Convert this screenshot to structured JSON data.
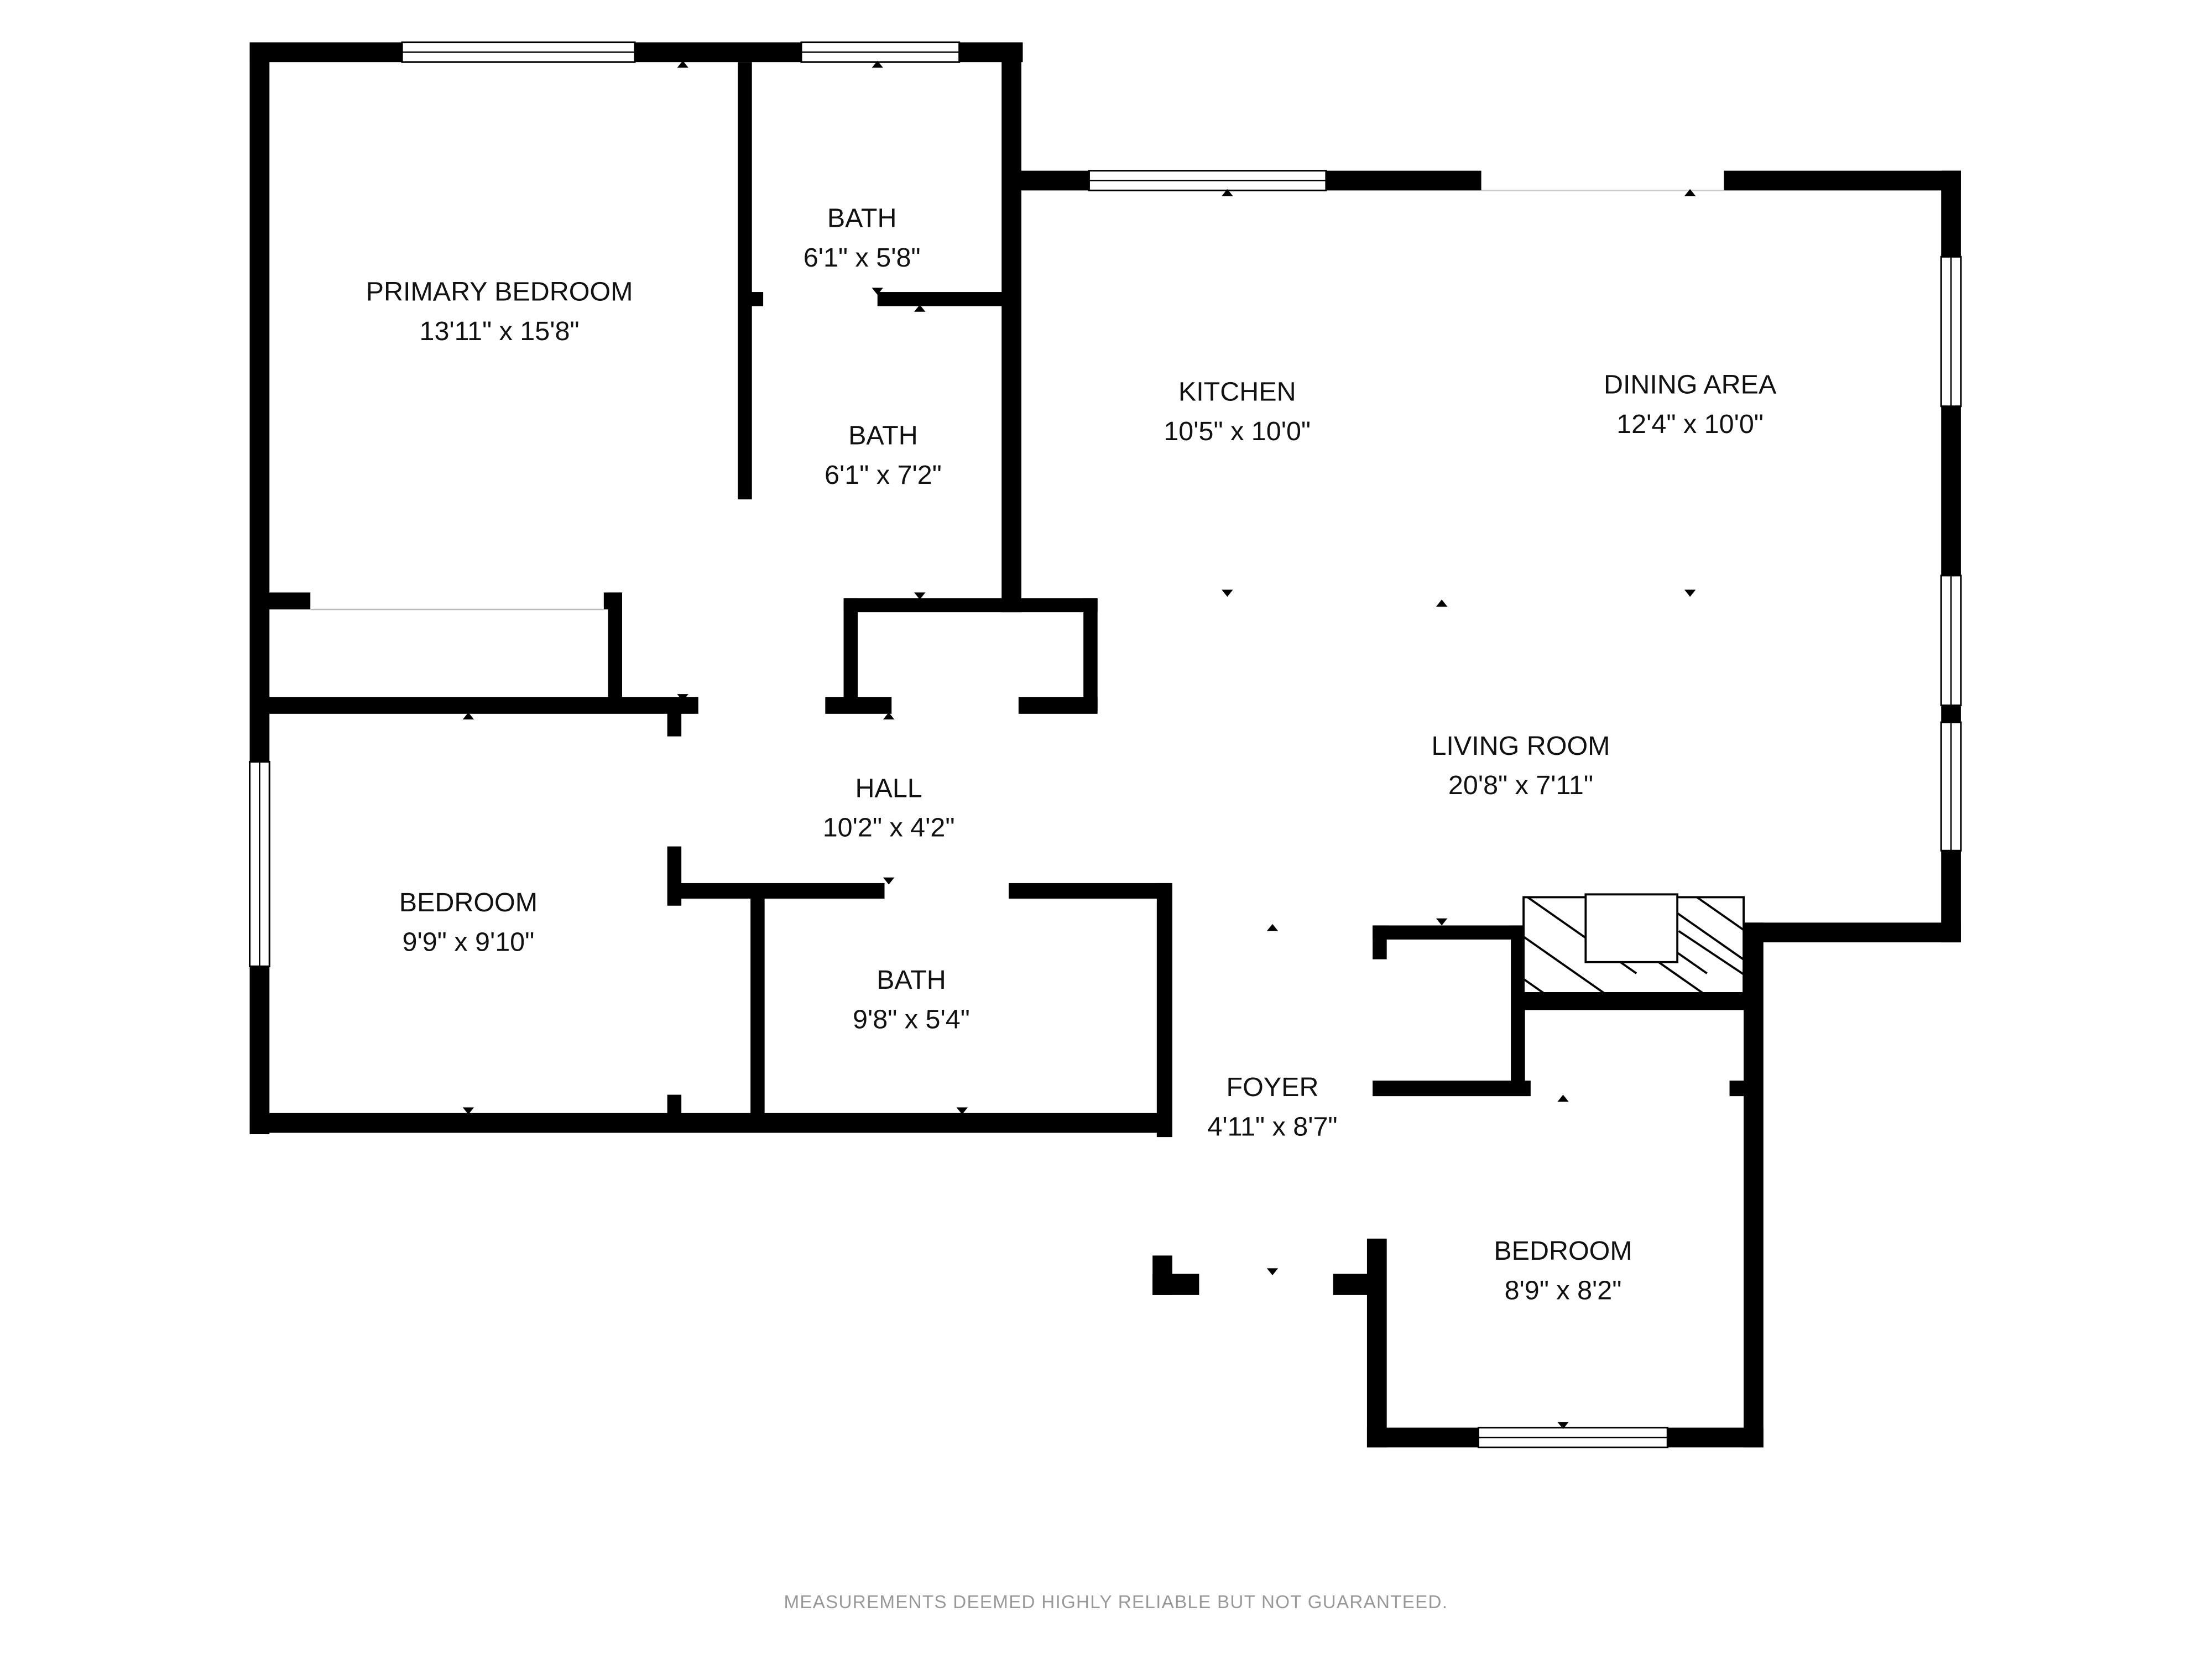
{
  "rooms": [
    {
      "name": "PRIMARY BEDROOM",
      "size": "13'11\" x 15'8\""
    },
    {
      "name": "BATH",
      "size": "6'1\" x 5'8\""
    },
    {
      "name": "BATH",
      "size": "6'1\" x 7'2\""
    },
    {
      "name": "KITCHEN",
      "size": "10'5\" x 10'0\""
    },
    {
      "name": "DINING AREA",
      "size": "12'4\" x 10'0\""
    },
    {
      "name": "LIVING ROOM",
      "size": "20'8\" x 7'11\""
    },
    {
      "name": "HALL",
      "size": "10'2\" x 4'2\""
    },
    {
      "name": "BEDROOM",
      "size": "9'9\" x 9'10\""
    },
    {
      "name": "BATH",
      "size": "9'8\" x 5'4\""
    },
    {
      "name": "FOYER",
      "size": "4'11\" x 8'7\""
    },
    {
      "name": "BEDROOM",
      "size": "8'9\" x 8'2\""
    }
  ],
  "disclaimer": "MEASUREMENTS DEEMED HIGHLY RELIABLE BUT NOT GUARANTEED."
}
